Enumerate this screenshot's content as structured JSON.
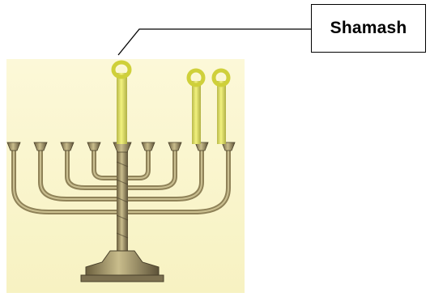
{
  "callout": {
    "label": "Shamash"
  },
  "illustration": {
    "subject": "menorah",
    "candles_lit": 3,
    "colors": {
      "background": "#fbf6cf",
      "metal": "#a89968",
      "metal_dark": "#5d5238",
      "candle": "#e4e46c",
      "flame_ring": "#cfd03a"
    }
  }
}
